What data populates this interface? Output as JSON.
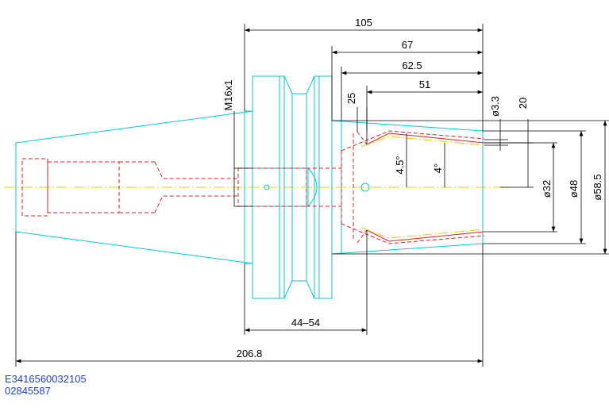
{
  "dimensions": {
    "d105": "105",
    "d67": "67",
    "d62_5": "62.5",
    "d51": "51",
    "thread": "M16x1",
    "d25": "25",
    "d3_3": "ø3.3",
    "d20": "20",
    "angle_4_5": "4.5°",
    "angle_4": "4°",
    "dia32": "ø32",
    "dia48": "ø48",
    "dia58_5": "ø58.5",
    "d44_54": "44–54",
    "d206_8": "206.8"
  },
  "reference": {
    "line1": "E3416560032105",
    "line2": "02845587"
  },
  "colors": {
    "outline": "#00c8e0",
    "hidden": "#e02020",
    "centerline": "#f0d000",
    "dimension": "#000000",
    "reference_text": "#1f3fd0"
  }
}
